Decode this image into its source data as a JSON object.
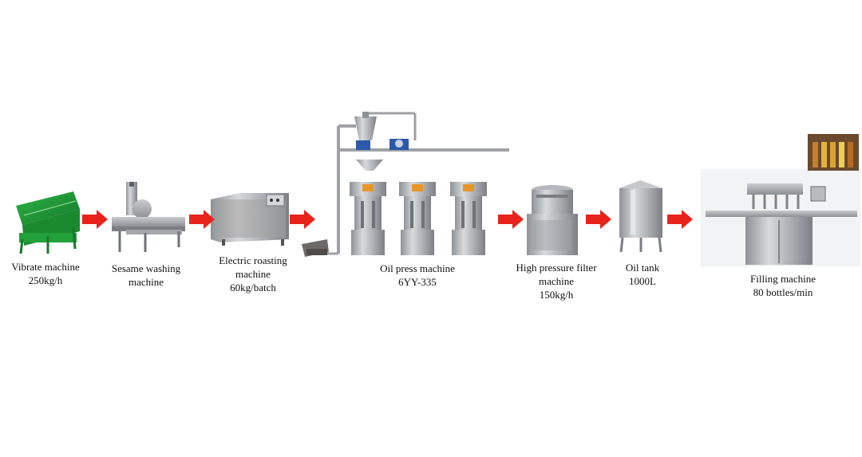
{
  "colors": {
    "arrow": "#e8231c",
    "steel": "#b9bcbf",
    "green": "#1e9a35"
  },
  "steps": [
    {
      "id": "vibrate",
      "name": "Vibrate machine",
      "spec": "250kg/h"
    },
    {
      "id": "washing",
      "name_line1": "Sesame washing",
      "name_line2": "machine"
    },
    {
      "id": "roasting",
      "name_line1": "Electric roasting",
      "name_line2": "machine",
      "spec": "60kg/batch"
    },
    {
      "id": "press",
      "name": "Oil press machine",
      "spec": "6YY-335"
    },
    {
      "id": "filter",
      "name_line1": "High pressure filter",
      "name_line2": "machine",
      "spec": "150kg/h"
    },
    {
      "id": "tank",
      "name": "Oil tank",
      "spec": "1000L"
    },
    {
      "id": "filling",
      "name": "Filling machine",
      "spec": "80 bottles/min"
    }
  ]
}
